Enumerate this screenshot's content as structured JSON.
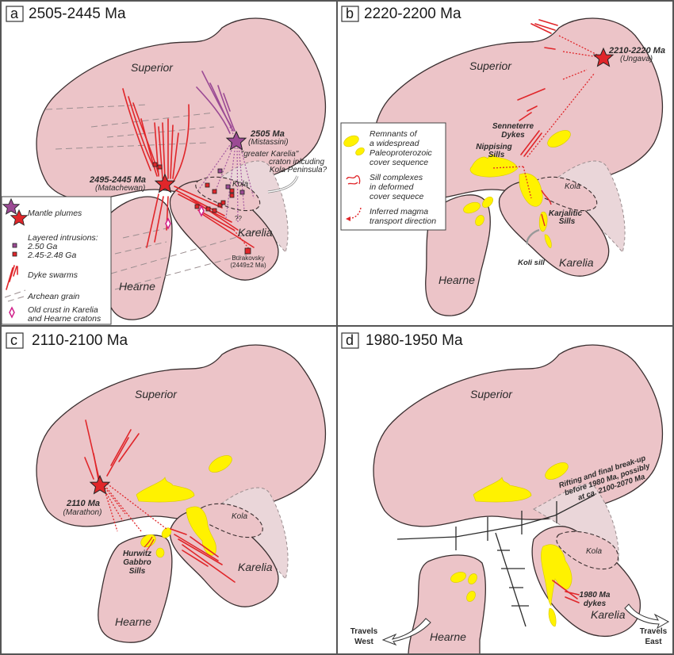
{
  "figure": {
    "colors": {
      "craton_fill": "#ecc4c8",
      "greater_karelia_fill": "#ead6d9",
      "dyke_red": "#e0262a",
      "plume_purple": "#9b4a94",
      "cover_yellow": "#fff200",
      "outline": "#3a2f30"
    },
    "panels": {
      "a": {
        "letter": "a",
        "title": "2505-2445 Ma",
        "cratons": {
          "superior": "Superior",
          "hearne": "Hearne",
          "karelia": "Karelia",
          "kola": "Kola"
        },
        "plume_mistassini_age": "2505 Ma",
        "plume_mistassini_name": "(Mistassini)",
        "plume_matachewan_age": "2495-2445 Ma",
        "plume_matachewan_name": "(Matachewan)",
        "greater_karelia_note": [
          "\"greater Karelia\"",
          "craton inlcuding",
          "Kola Peninsula?"
        ],
        "burakovsky_name": "Burakovsky",
        "burakovsky_age": "(2449±2 Ma)",
        "question_marks": "??",
        "legend": {
          "mantle_plumes": "Mantle plumes",
          "layered_intrusions": "Layered intrusions:",
          "intrusion_250": "2.50 Ga",
          "intrusion_245": "2.45-2.48 Ga",
          "dyke_swarms": "Dyke swarms",
          "archean_grain": "Archean grain",
          "old_crust_1": "Old crust in Karelia",
          "old_crust_2": "and Hearne cratons"
        }
      },
      "b": {
        "letter": "b",
        "title": "2220-2200 Ma",
        "cratons": {
          "superior": "Superior",
          "hearne": "Hearne",
          "karelia": "Karelia",
          "kola": "Kola"
        },
        "plume_age": "2210-2220 Ma",
        "plume_name": "(Ungava)",
        "senneterre_1": "Senneterre",
        "senneterre_2": "Dykes",
        "nippising_1": "Nippising",
        "nippising_2": "Sills",
        "karjalitic_1": "Karjalitic",
        "karjalitic_2": "Sills",
        "koli": "Koli sill",
        "legend": {
          "remnants": [
            "Remnants of",
            "a widespread",
            "Paleoproterozoic",
            "cover sequence"
          ],
          "sill_complexes": [
            "Sill complexes",
            "in deformed",
            "cover sequece"
          ],
          "magma_transport": [
            "Inferred magma",
            "transport direction"
          ]
        }
      },
      "c": {
        "letter": "c",
        "title": "2110-2100 Ma",
        "cratons": {
          "superior": "Superior",
          "hearne": "Hearne",
          "karelia": "Karelia",
          "kola": "Kola"
        },
        "plume_age": "2110 Ma",
        "plume_name": "(Marathon)",
        "hurwitz": [
          "Hurwitz",
          "Gabbro",
          "Sills"
        ]
      },
      "d": {
        "letter": "d",
        "title": "1980-1950 Ma",
        "cratons": {
          "superior": "Superior",
          "hearne": "Hearne",
          "karelia": "Karelia",
          "kola": "Kola"
        },
        "rifting_note": [
          "Rifting and final break-up",
          "before 1980 Ma, possibly",
          "at ca. 2100-2070 Ma"
        ],
        "dykes_1": "1980 Ma",
        "dykes_2": "dykes",
        "travels_west_1": "Travels",
        "travels_west_2": "West",
        "travels_east_1": "Travels",
        "travels_east_2": "East"
      }
    }
  }
}
